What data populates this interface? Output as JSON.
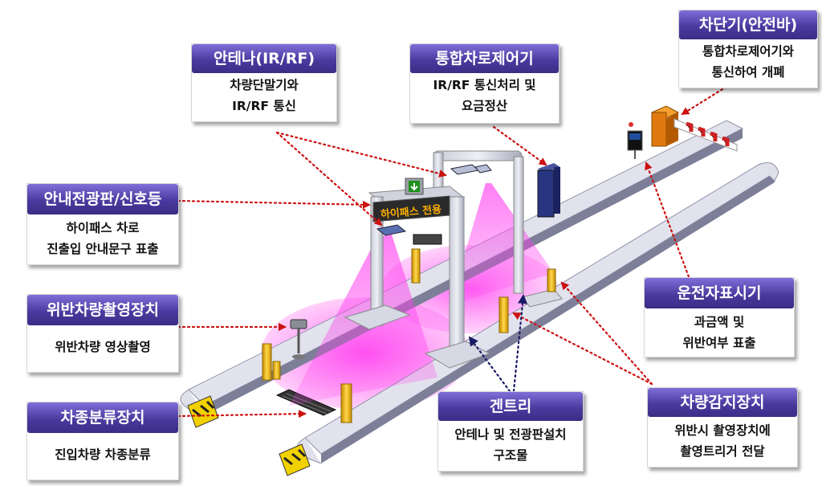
{
  "sign": "하이패스 전용",
  "callouts": {
    "antenna": {
      "title": "안테나(IR/RF)",
      "lines": [
        "차량단말기와",
        "IR/RF 통신"
      ]
    },
    "lane_controller": {
      "title": "통합차로제어기",
      "lines": [
        "IR/RF 통신처리 및",
        "요금정산"
      ]
    },
    "barrier": {
      "title": "차단기(안전바)",
      "lines": [
        "통합차로제어기와",
        "통신하여 개폐"
      ]
    },
    "guide_sign": {
      "title": "안내전광판/신호등",
      "lines": [
        "하이패스 차로",
        "진출입 안내문구 표출"
      ]
    },
    "violation_camera": {
      "title": "위반차량촬영장치",
      "lines": [
        "위반차량 영상촬영"
      ]
    },
    "driver_display": {
      "title": "운전자표시기",
      "lines": [
        "과금액 및",
        "위반여부 표출"
      ]
    },
    "vehicle_classifier": {
      "title": "차종분류장치",
      "lines": [
        "진입차량 차종분류"
      ]
    },
    "gantry": {
      "title": "겐트리",
      "lines": [
        "안테나 및 전광판설치",
        "구조물"
      ]
    },
    "vehicle_detector": {
      "title": "차량감지장치",
      "lines": [
        "위반시 촬영장치에",
        "촬영트리거 전달"
      ]
    }
  },
  "colors": {
    "title_bar": "#4b3a9f",
    "arrow_red": "#cc1111",
    "arrow_navy": "#1a1a66",
    "beam_magenta": "#ee33dd",
    "island": "#e6e6f0",
    "bollard": "#f0b000"
  }
}
